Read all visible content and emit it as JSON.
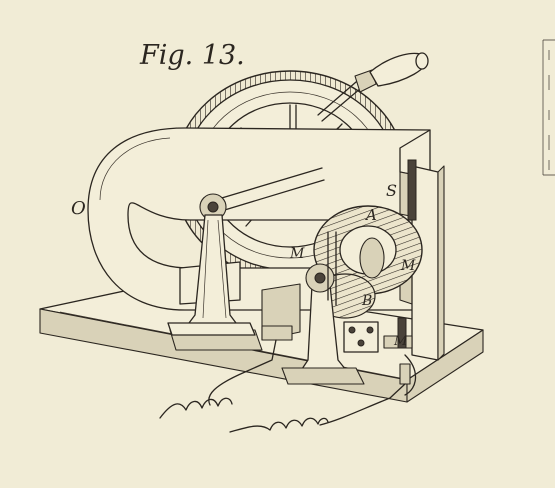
{
  "figure": {
    "title": "Fig. 13.",
    "labels": {
      "O": "O",
      "S": "S",
      "A": "A",
      "B": "B",
      "M_left": "M",
      "M_right": "M",
      "M_bottom": "M"
    }
  }
}
